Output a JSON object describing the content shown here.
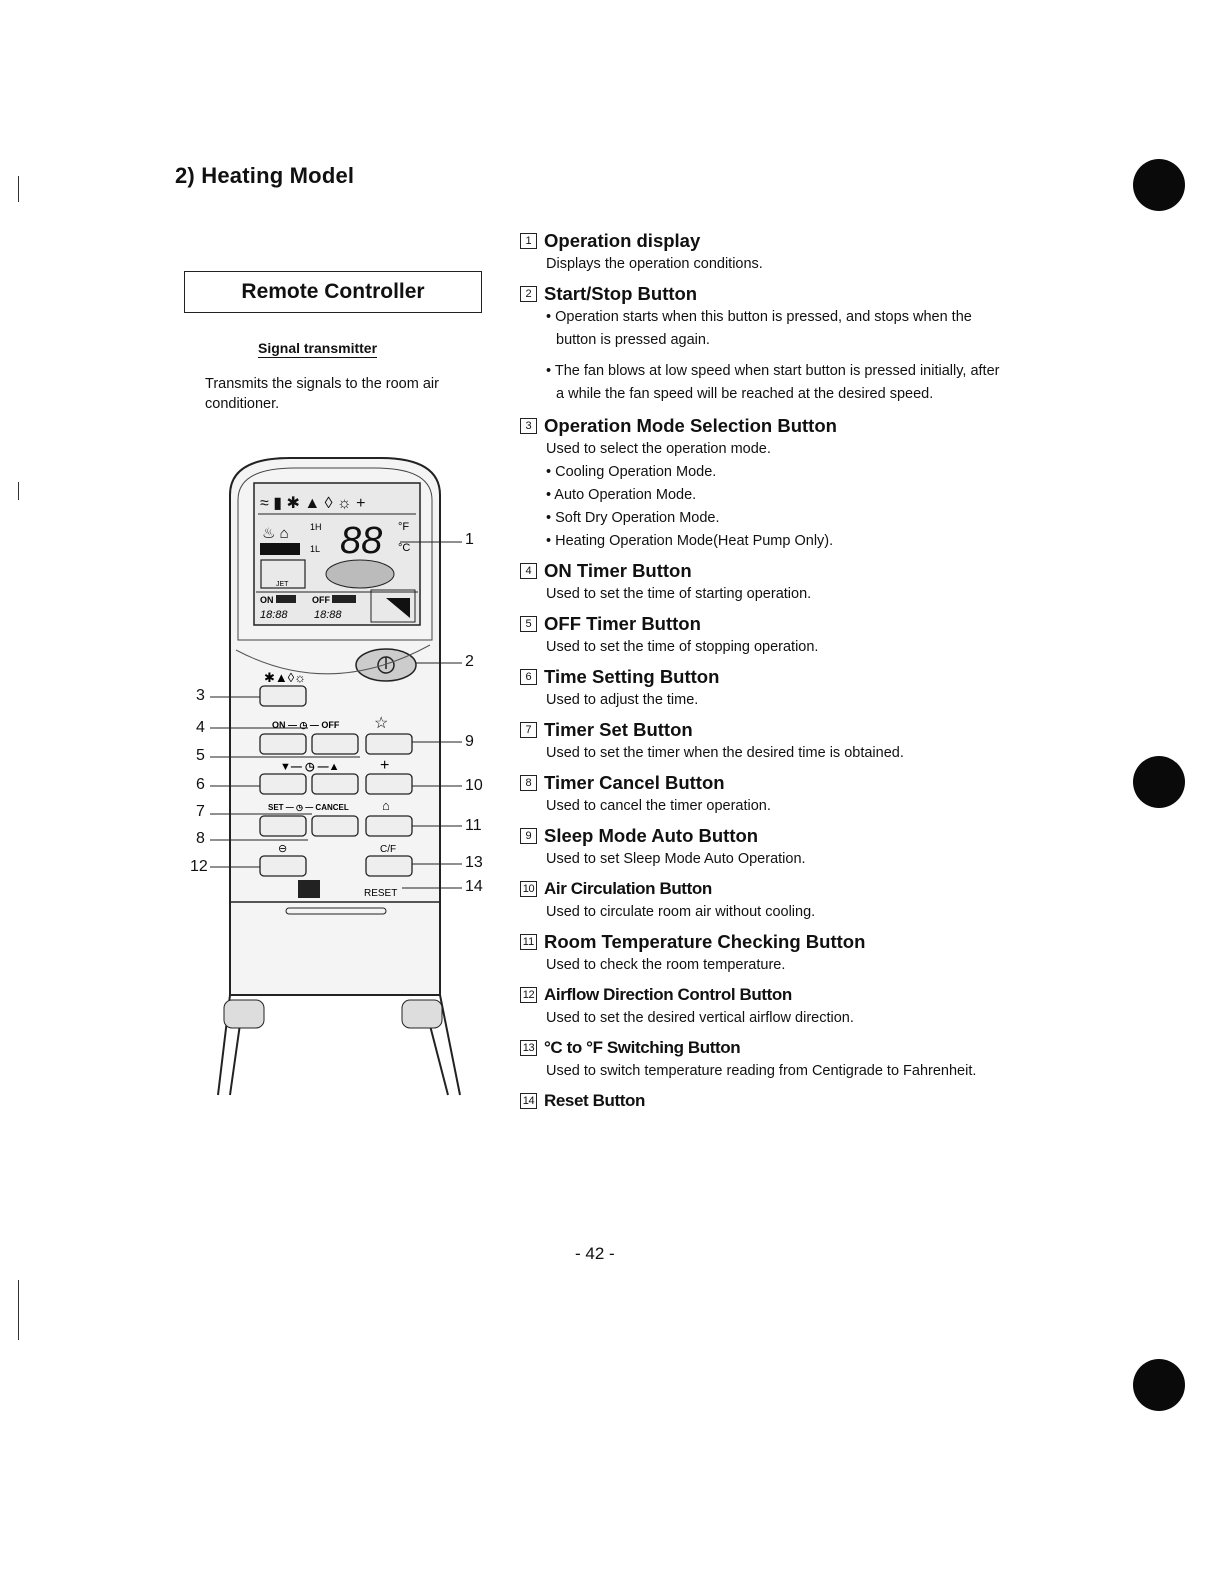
{
  "section": {
    "title": "2) Heating Model"
  },
  "left": {
    "box_title": "Remote Controller",
    "signal_title": "Signal transmitter",
    "signal_desc": "Transmits the signals to the room air conditioner."
  },
  "remote_display": {
    "temp": "88",
    "unit_f": "°F",
    "unit_c": "°C",
    "on_label": "ON",
    "off_label": "OFF",
    "on_time": "18:88",
    "off_time": "18:88",
    "jet": "JET",
    "reset": "RESET",
    "cf": "C/F",
    "on_off_row": "ON — ◷ — OFF",
    "set_cancel_row": "SET — ◷ — CANCEL"
  },
  "callouts": [
    "1",
    "2",
    "3",
    "4",
    "5",
    "6",
    "7",
    "8",
    "9",
    "10",
    "11",
    "12",
    "13",
    "14"
  ],
  "items": [
    {
      "num": "1",
      "title": "Operation display",
      "desc": "Displays the operation conditions."
    },
    {
      "num": "2",
      "title": "Start/Stop Button",
      "bullets": [
        "• Operation starts when this button is pressed, and stops when the button is pressed again.",
        "• The fan blows at low speed when start button is pressed initially, after a while the fan speed will be reached at the desired speed."
      ]
    },
    {
      "num": "3",
      "title": "Operation Mode Selection Button",
      "desc": "Used to select the operation mode.",
      "list": [
        "• Cooling Operation Mode.",
        "• Auto Operation Mode.",
        "• Soft Dry Operation Mode.",
        "• Heating Operation Mode(Heat Pump Only)."
      ]
    },
    {
      "num": "4",
      "title": "ON Timer Button",
      "desc": "Used to set the time of starting operation."
    },
    {
      "num": "5",
      "title": "OFF Timer Button",
      "desc": "Used to set the time of stopping operation."
    },
    {
      "num": "6",
      "title": "Time Setting Button",
      "desc": "Used to adjust the time."
    },
    {
      "num": "7",
      "title": "Timer Set Button",
      "desc": "Used to set the timer when the desired time is obtained."
    },
    {
      "num": "8",
      "title": "Timer Cancel Button",
      "desc": "Used to cancel the timer operation."
    },
    {
      "num": "9",
      "title": "Sleep Mode Auto Button",
      "desc": "Used to set Sleep Mode Auto Operation."
    },
    {
      "num": "10",
      "title": "Air Circulation Button",
      "desc": "Used to circulate room air without cooling."
    },
    {
      "num": "11",
      "title": "Room Temperature Checking Button",
      "desc": "Used to check the room temperature."
    },
    {
      "num": "12",
      "title": "Airflow Direction Control Button",
      "desc": "Used to set the desired vertical airflow direction."
    },
    {
      "num": "13",
      "title": "°C to °F Switching Button",
      "desc": "Used to switch temperature reading from Centigrade to Fahrenheit."
    },
    {
      "num": "14",
      "title": "Reset Button"
    }
  ],
  "page_number": "- 42 -"
}
